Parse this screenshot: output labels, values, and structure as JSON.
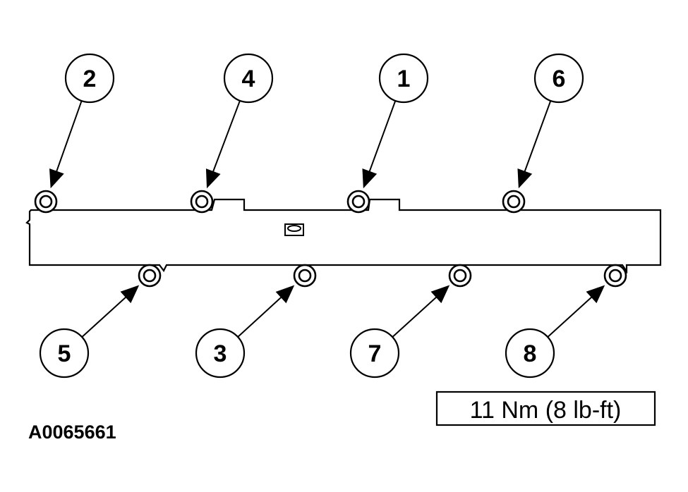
{
  "figure": {
    "id": "A0065661",
    "torque_spec": "11 Nm (8 lb-ft)"
  },
  "bolt_sequence": [
    {
      "label": "2",
      "position": "top",
      "order": 1
    },
    {
      "label": "4",
      "position": "top",
      "order": 2
    },
    {
      "label": "1",
      "position": "top",
      "order": 3
    },
    {
      "label": "6",
      "position": "top",
      "order": 4
    },
    {
      "label": "5",
      "position": "bottom",
      "order": 1
    },
    {
      "label": "3",
      "position": "bottom",
      "order": 2
    },
    {
      "label": "7",
      "position": "bottom",
      "order": 3
    },
    {
      "label": "8",
      "position": "bottom",
      "order": 4
    }
  ],
  "colors": {
    "ink": "#000000",
    "paper": "#ffffff"
  }
}
